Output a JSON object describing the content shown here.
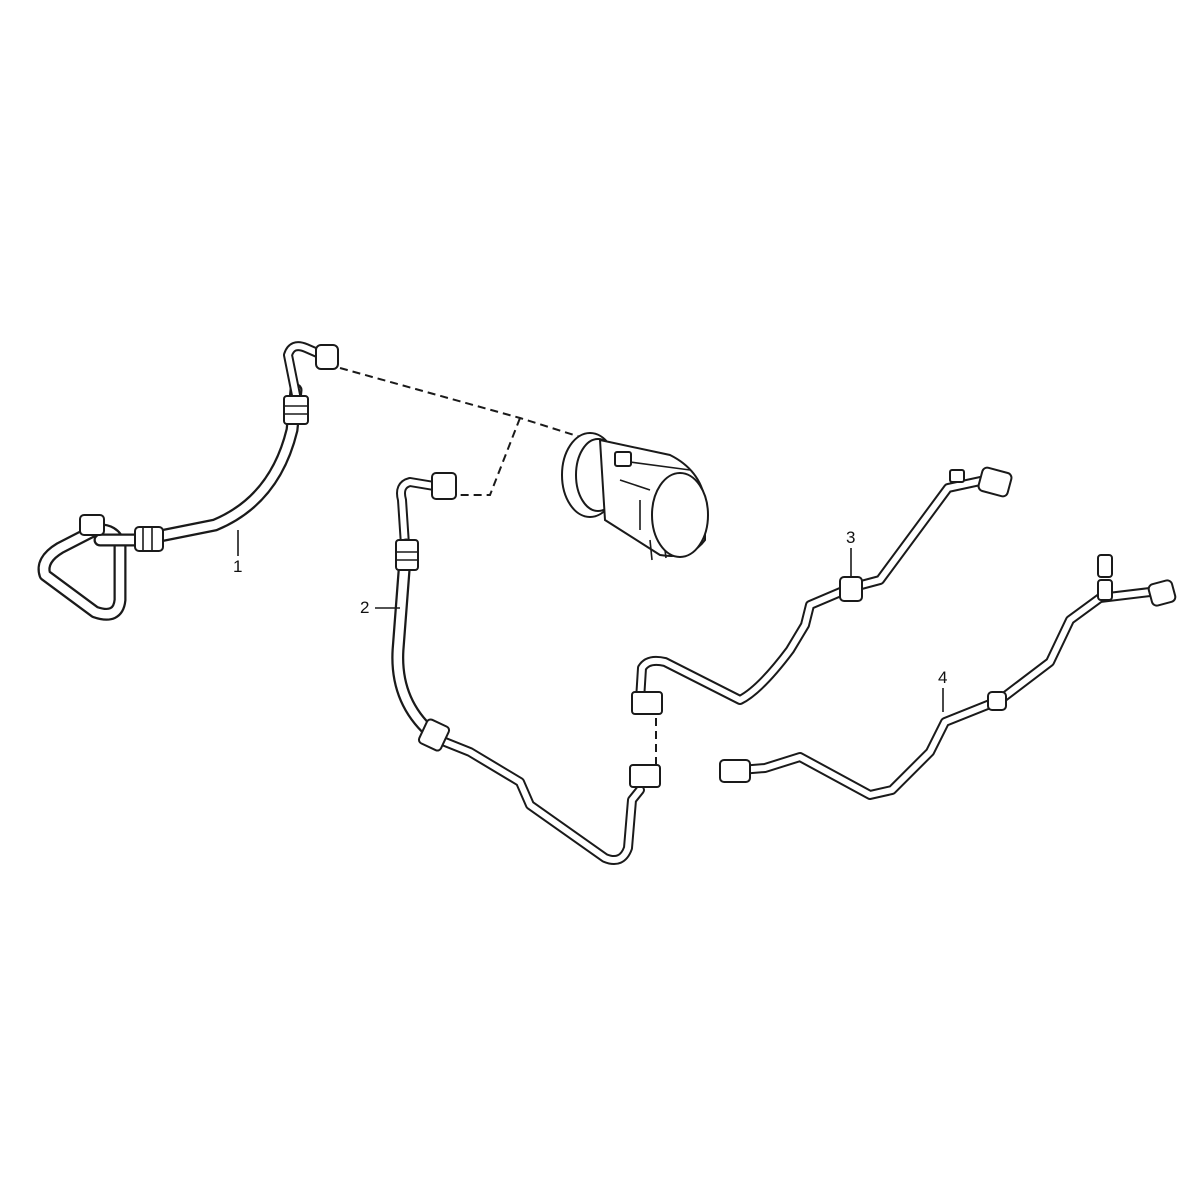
{
  "diagram": {
    "callouts": [
      {
        "id": "1",
        "text": "1"
      },
      {
        "id": "2",
        "text": "2"
      },
      {
        "id": "3",
        "text": "3"
      },
      {
        "id": "4",
        "text": "4"
      }
    ],
    "colors": {
      "line": "#1a1a1a",
      "background": "#ffffff"
    }
  }
}
